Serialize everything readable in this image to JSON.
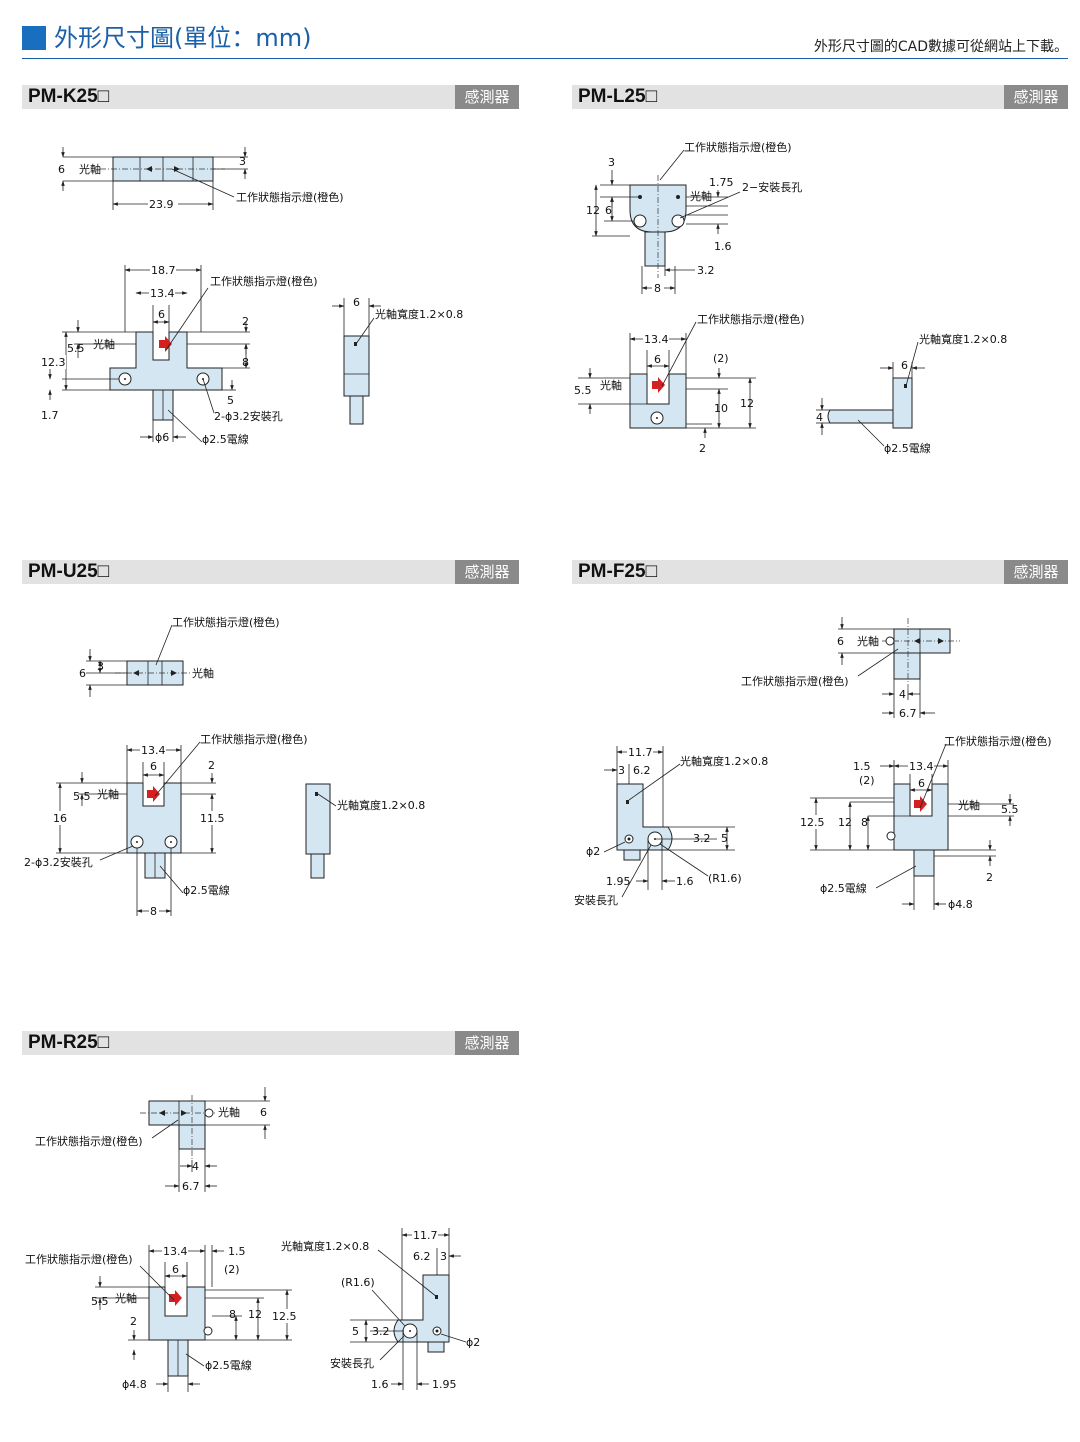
{
  "header": {
    "title": "外形尺寸圖(單位：mm)",
    "note": "外形尺寸圖的CAD數據可從網站上下載。"
  },
  "sections": {
    "k25": {
      "model": "PM-K25□",
      "tag": "感測器"
    },
    "l25": {
      "model": "PM-L25□",
      "tag": "感測器"
    },
    "u25": {
      "model": "PM-U25□",
      "tag": "感測器"
    },
    "f25": {
      "model": "PM-F25□",
      "tag": "感測器"
    },
    "r25": {
      "model": "PM-R25□",
      "tag": "感測器"
    }
  },
  "labels": {
    "indicator": "工作狀態指示燈(橙色)",
    "optical_axis": "光軸",
    "axis_width": "光軸寬度1.2×0.8",
    "mount_holes_32": "2-ϕ3.2安裝孔",
    "cable_25": "ϕ2.5電線",
    "slot_holes_2": "2−安裝長孔",
    "slot_hole": "安裝長孔"
  },
  "dims": {
    "k25": {
      "top_6": "6",
      "top_3": "3",
      "top_239": "23.9",
      "f_187": "18.7",
      "f_134": "13.4",
      "f_6": "6",
      "f_2": "2",
      "f_55": "5.5",
      "f_123": "12.3",
      "f_8": "8",
      "f_5": "5",
      "f_17": "1.7",
      "f_phi6": "ϕ6",
      "s_6": "6"
    },
    "l25": {
      "t_3": "3",
      "t_175": "1.75",
      "t_12": "12",
      "t_6": "6",
      "t_16": "1.6",
      "t_32": "3.2",
      "t_8": "8",
      "f_134": "13.4",
      "f_6": "6",
      "f_p2": "(2)",
      "f_55": "5.5",
      "f_10": "10",
      "f_12": "12",
      "f_2": "2",
      "s_6": "6",
      "s_4": "4"
    },
    "u25": {
      "t_6": "6",
      "t_3": "3",
      "f_134": "13.4",
      "f_6": "6",
      "f_2": "2",
      "f_55": "5.5",
      "f_16": "16",
      "f_115": "11.5",
      "f_8": "8"
    },
    "f25": {
      "t_6": "6",
      "t_4": "4",
      "t_67": "6.7",
      "s_117": "11.7",
      "s_3": "3",
      "s_62": "6.2",
      "s_32": "3.2",
      "s_5": "5",
      "s_phi2": "ϕ2",
      "s_195": "1.95",
      "s_16": "1.6",
      "s_r16": "(R1.6)",
      "f_15": "1.5",
      "f_134": "13.4",
      "f_p2": "(2)",
      "f_6": "6",
      "f_125": "12.5",
      "f_12": "12",
      "f_8": "8",
      "f_55": "5.5",
      "f_2": "2",
      "f_phi48": "ϕ4.8"
    },
    "r25": {
      "t_6": "6",
      "t_4": "4",
      "t_67": "6.7",
      "f_134": "13.4",
      "f_15": "1.5",
      "f_6": "6",
      "f_p2": "(2)",
      "f_55": "5.5",
      "f_2": "2",
      "f_8": "8",
      "f_12": "12",
      "f_125": "12.5",
      "f_phi48": "ϕ4.8",
      "s_117": "11.7",
      "s_62": "6.2",
      "s_3": "3",
      "s_r16": "(R1.6)",
      "s_5": "5",
      "s_32": "3.2",
      "s_phi2": "ϕ2",
      "s_16": "1.6",
      "s_195": "1.95"
    }
  }
}
